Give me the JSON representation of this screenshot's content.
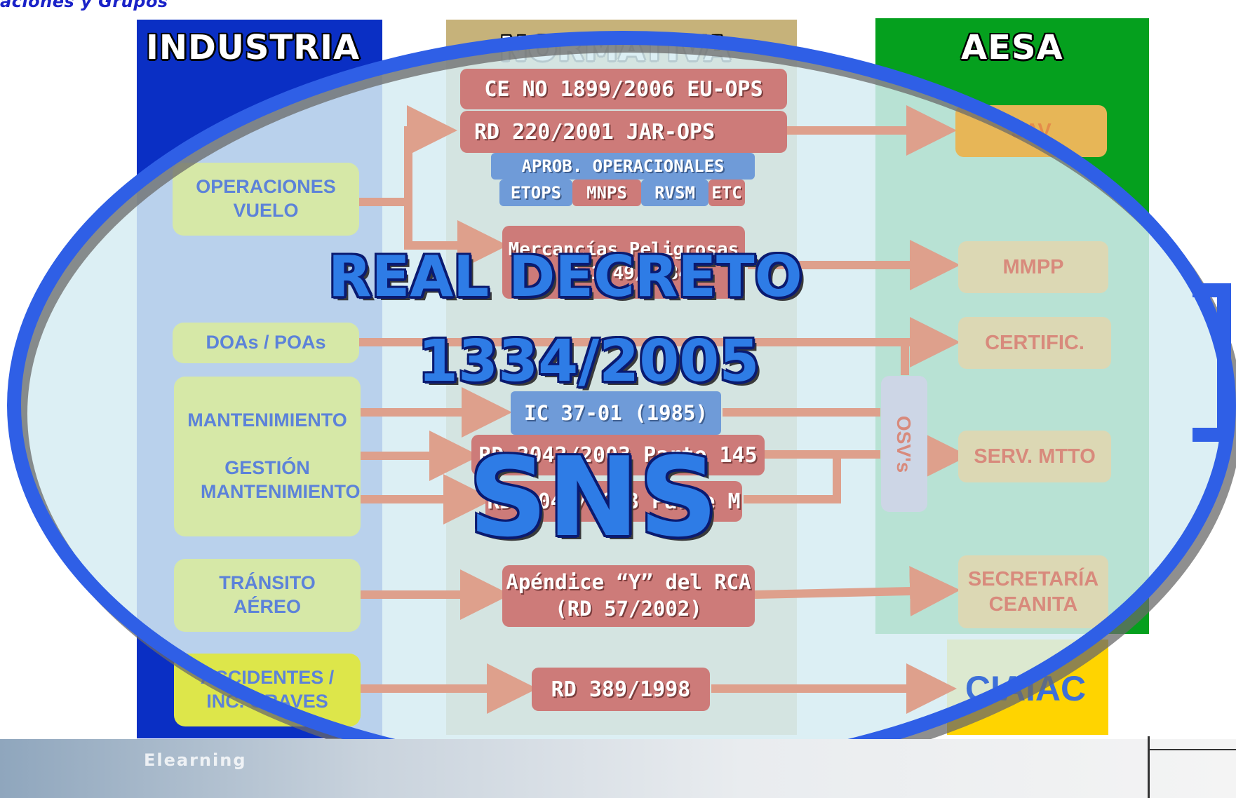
{
  "caption": "aciones y Grupos",
  "columns": {
    "industria": "INDUSTRIA",
    "normativa": "NORMATIVA",
    "aesa": "AESA"
  },
  "industria_items": {
    "operaciones": "OPERACIONES VUELO",
    "doas": "DOAs / POAs",
    "mantenimiento": "MANTENIMIENTO",
    "gestion": "GESTIÓN MANTENIMIENTO",
    "transito": "TRÁNSITO AÉREO",
    "accidentes": "ACCIDENTES / INC. GRAVES"
  },
  "normativa_items": {
    "ce": "CE NO 1899/2006 EU-OPS",
    "rd220": "RD 220/2001 JAR-OPS",
    "aprob": "APROB. OPERACIONALES",
    "etops": "ETOPS",
    "mnps": "MNPS",
    "rvsm": "RVSM",
    "etc": "ETC",
    "mercancias_1": "Mercancías Peligrosas",
    "mercancias_2": "RD 1749/1984",
    "ic": "IC 37-01 (1985)",
    "rd2042_145": "RD 2042/2003 Parte 145",
    "rd2042_m": "RD 2042/2003 Parte M",
    "apendice_1": "Apéndice “Y” del RCA",
    "apendice_2": "(RD 57/2002)",
    "rd389": "RD 389/1998"
  },
  "aesa_items": {
    "sav": "SAV",
    "mmpp": "MMPP",
    "certific": "CERTIFIC.",
    "osvs": "OSV's",
    "serv": "SERV. MTTO",
    "secretaria": "SECRETARÍA CEANITA",
    "ciaiac": "CIAIAC"
  },
  "overlay": {
    "line1": "REAL DECRETO",
    "line2": "1334/2005",
    "line3": "SNS"
  },
  "footer": {
    "elearning": "Elearning"
  },
  "colors": {
    "industria": "#0a2fc4",
    "normativa": "#c6b27a",
    "aesa": "#05a01e",
    "ciaiac": "#ffd400",
    "arrow": "#dea08c",
    "ellipse": "#2f5fe6",
    "overlay_text": "#2e7ce6"
  }
}
